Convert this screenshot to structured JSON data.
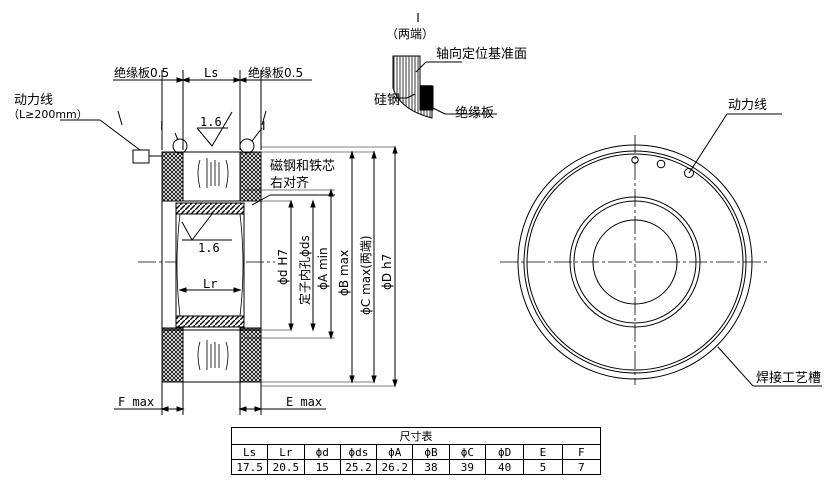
{
  "labels": {
    "detail_mark": "I",
    "detail_note": "（两端）",
    "axial_ref": "轴向定位基准面",
    "silicon_steel": "硅钢",
    "insulation_board_detail": "绝缘板",
    "insulation_left": "绝缘板0.5",
    "ls": "Ls",
    "insulation_right": "绝缘板0.5",
    "power_line_left": "动力线",
    "power_line_left_note": "（L≥200mm）",
    "roughness_top": "1.6",
    "detail_mark_left": "I",
    "detail_mark_right": "I",
    "magnet_align_1": "磁钢和铁芯",
    "magnet_align_2": "右对齐",
    "roughness_inner": "1.6",
    "lr": "Lr",
    "dim_d": "ϕd H7",
    "dim_ds": "定子内孔ϕds",
    "dim_a": "ϕA min",
    "dim_b": "ϕB max",
    "dim_c": "ϕC max(两端)",
    "dim_dd": "ϕD h7",
    "f_max": "F max",
    "e_max": "E max",
    "power_line_right": "动力线",
    "weld_groove": "焊接工艺槽"
  },
  "table": {
    "title": "尺寸表",
    "headers": [
      "Ls",
      "Lr",
      "ϕd",
      "ϕds",
      "ϕA",
      "ϕB",
      "ϕC",
      "ϕD",
      "E",
      "F"
    ],
    "values": [
      "17.5",
      "20.5",
      "15",
      "25.2",
      "26.2",
      "38",
      "39",
      "40",
      "5",
      "7"
    ]
  }
}
